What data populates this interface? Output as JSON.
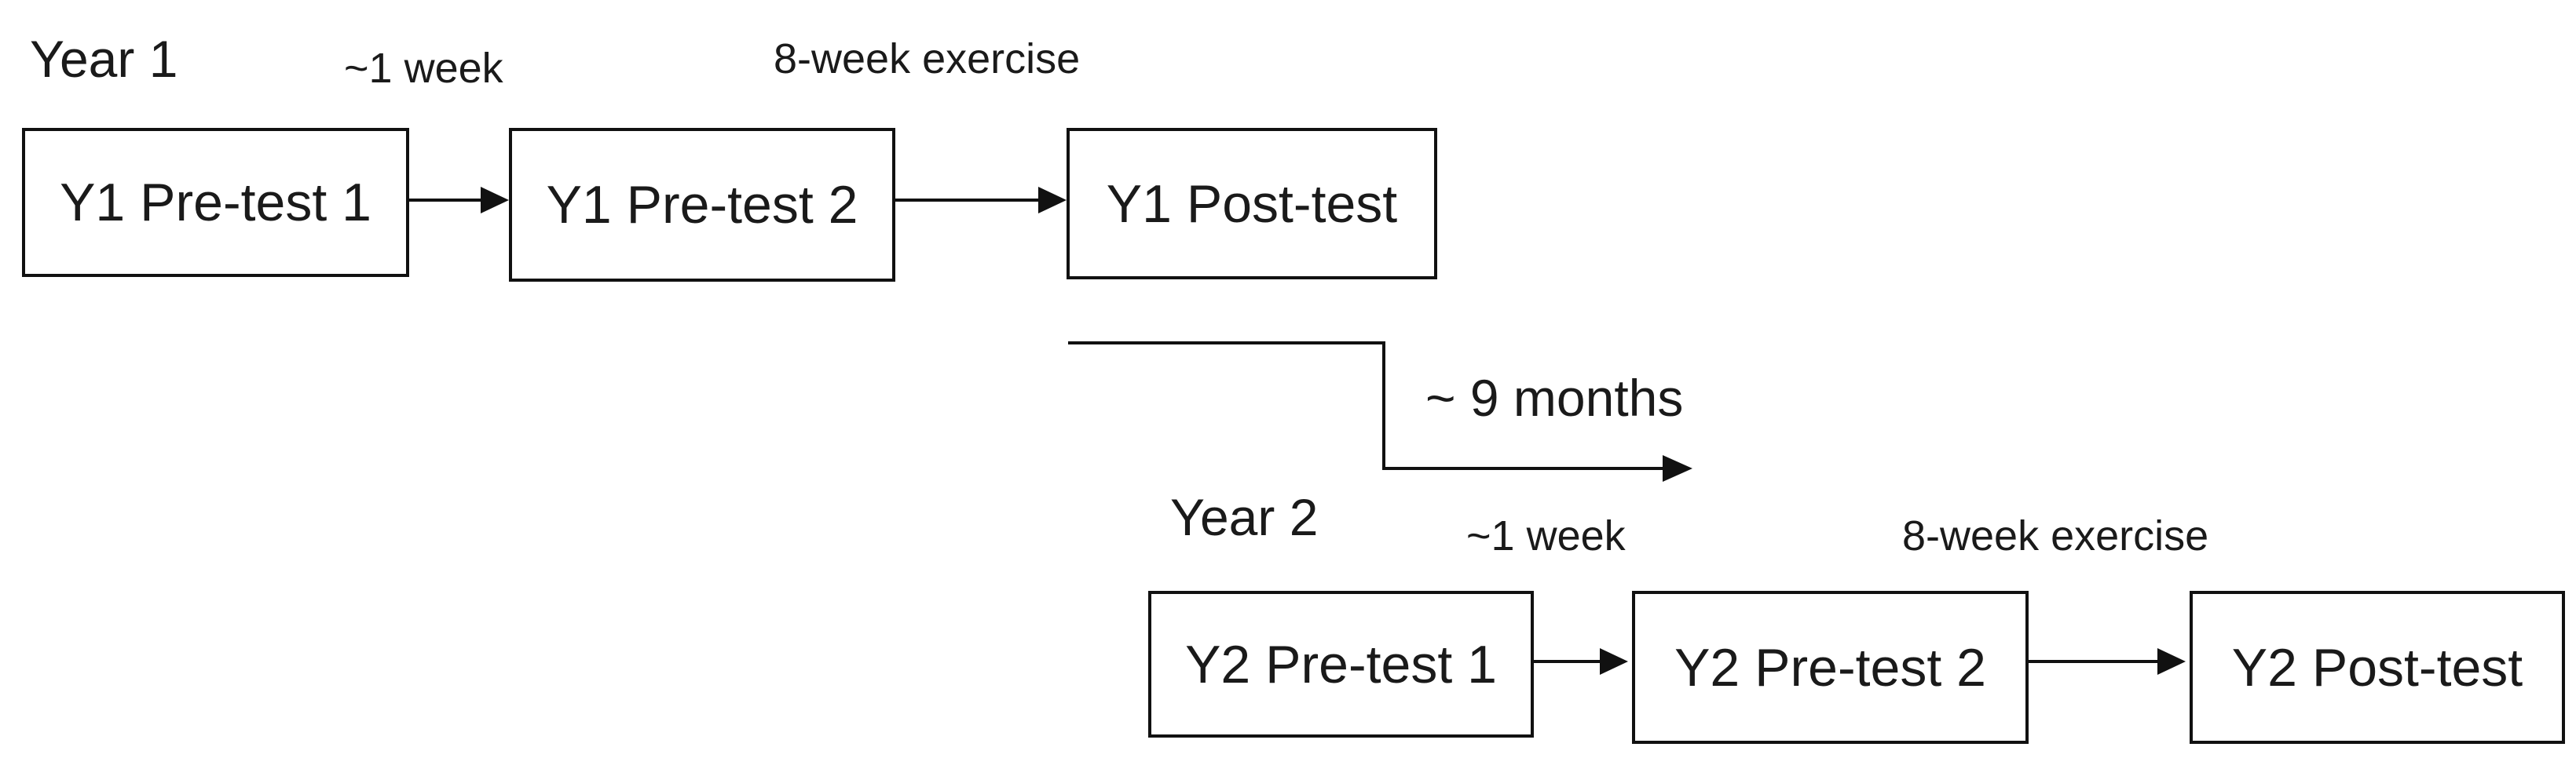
{
  "year1": {
    "label": "Year 1",
    "interval_1": "~1 week",
    "interval_2": "8-week exercise",
    "boxes": {
      "pretest1": "Y1 Pre-test 1",
      "pretest2": "Y1 Pre-test 2",
      "posttest": "Y1 Post-test"
    }
  },
  "transition": {
    "label": "~ 9 months"
  },
  "year2": {
    "label": "Year 2",
    "interval_1": "~1 week",
    "interval_2": "8-week exercise",
    "boxes": {
      "pretest1": "Y2 Pre-test 1",
      "pretest2": "Y2 Pre-test 2",
      "posttest": "Y2 Post-test"
    }
  },
  "colors": {
    "line": "#111111",
    "text": "#1a1a1a",
    "background": "#ffffff"
  }
}
